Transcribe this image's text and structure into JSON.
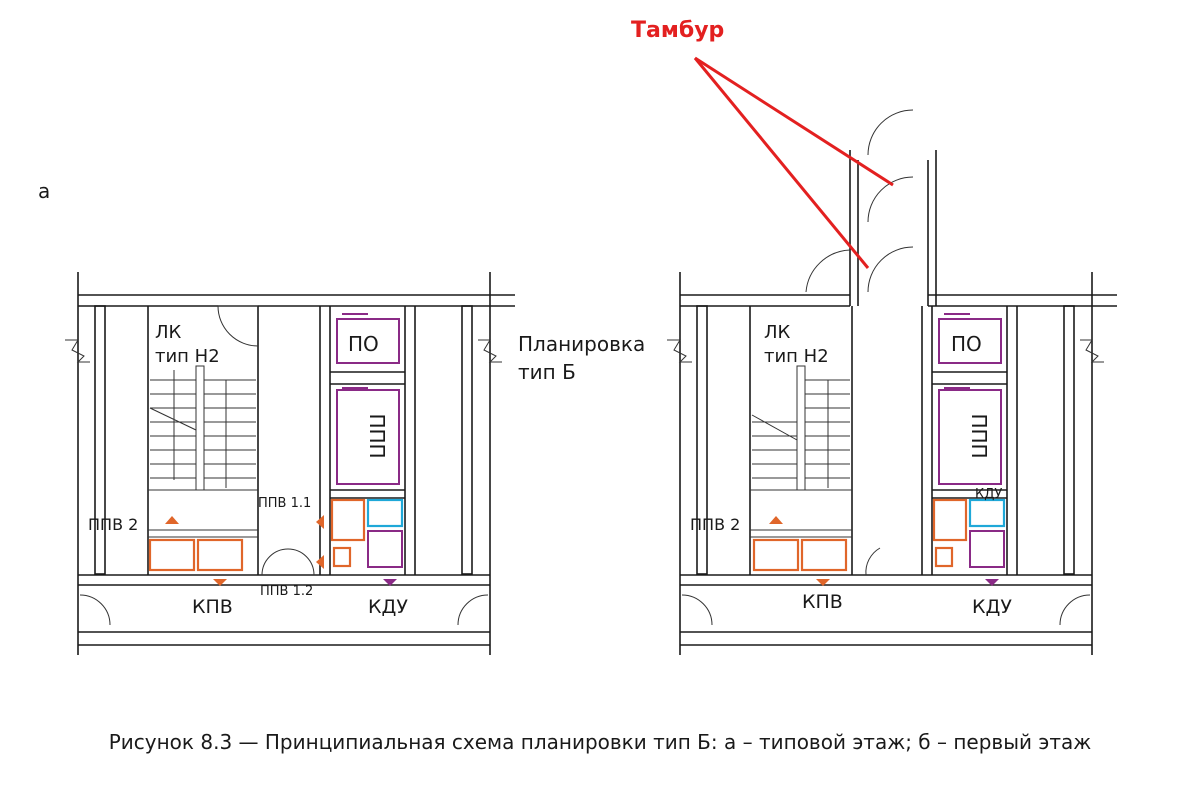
{
  "panel_a": {
    "letter": "а",
    "stair_label_1": "ЛК",
    "stair_label_2": "тип Н2",
    "po": "ПО",
    "ppp": "ППП",
    "ppv2": "ППВ 2",
    "ppv11": "ППВ 1.1",
    "ppv12": "ППВ 1.2",
    "kpv": "КПВ",
    "kdu": "КДУ"
  },
  "middle_label_1": "Планировка",
  "middle_label_2": "тип Б",
  "panel_b": {
    "stair_label_1": "ЛК",
    "stair_label_2": "тип Н2",
    "po": "ПО",
    "ppp": "ППП",
    "ppv2": "ППВ 2",
    "kdu_top": "КДУ",
    "kpv": "КПВ",
    "kdu": "КДУ"
  },
  "annotation": "Тамбур",
  "caption": "Рисунок 8.3 — Принципиальная схема планировки тип Б: а – типовой этаж; б – первый этаж",
  "colors": {
    "annotation": "#e32020",
    "equipment_pink": "#8a2a86",
    "equipment_orange": "#e0662a",
    "equipment_cyan": "#1fa8d8"
  }
}
